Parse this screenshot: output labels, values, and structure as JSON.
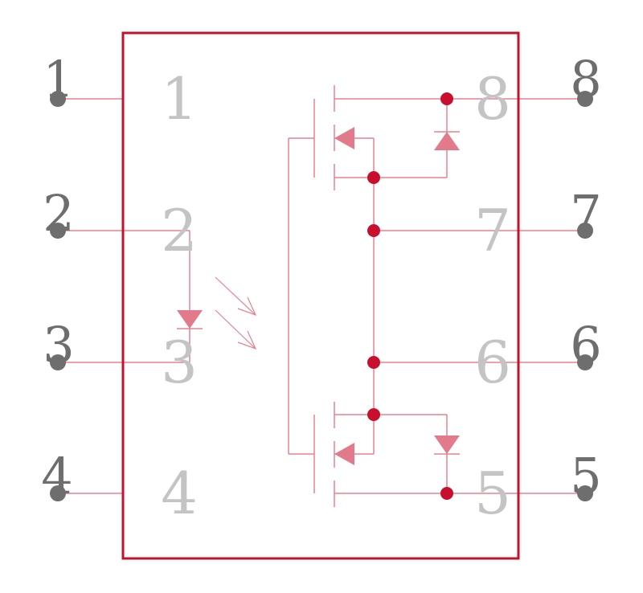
{
  "colors": {
    "body_outline": "#c8102e",
    "wire": "#e8808f",
    "junction": "#c8102e",
    "pin_dot": "#6e6e6e",
    "pin_label_outer": "#6e6e6e",
    "pin_label_inner": "#c4c4c4",
    "symbol_fill": "#e27a8c"
  },
  "pins": {
    "left": [
      {
        "outer": "1",
        "inner": "1"
      },
      {
        "outer": "2",
        "inner": "2"
      },
      {
        "outer": "3",
        "inner": "3"
      },
      {
        "outer": "4",
        "inner": "4"
      }
    ],
    "right": [
      {
        "outer": "8",
        "inner": "8"
      },
      {
        "outer": "7",
        "inner": "7"
      },
      {
        "outer": "6",
        "inner": "6"
      },
      {
        "outer": "5",
        "inner": "5"
      }
    ]
  },
  "icons": {
    "led": "led-diode-icon",
    "light_rays": "light-emission-arrows-icon",
    "mosfet_top": "mosfet-top-icon",
    "mosfet_bottom": "mosfet-bottom-icon",
    "body_diode_top": "body-diode-top-icon",
    "body_diode_bottom": "body-diode-bottom-icon"
  }
}
